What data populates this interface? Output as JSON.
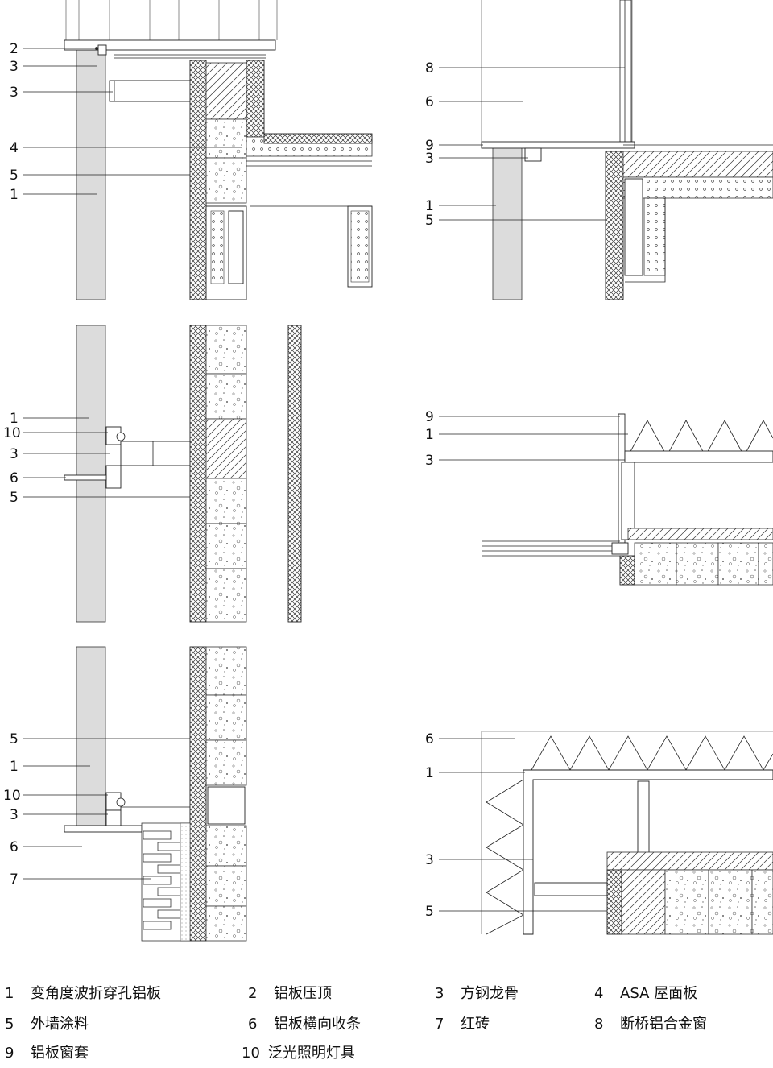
{
  "callouts": {
    "d1": [
      "2",
      "3",
      "3",
      "4",
      "5",
      "1"
    ],
    "d2": [
      "8",
      "6",
      "9",
      "3",
      "1",
      "5"
    ],
    "d3": [
      "1",
      "10",
      "3",
      "6",
      "5"
    ],
    "d4": [
      "9",
      "1",
      "3"
    ],
    "d5": [
      "5",
      "1",
      "10",
      "3",
      "6",
      "7"
    ],
    "d6": [
      "6",
      "1",
      "3",
      "5"
    ]
  },
  "legend": [
    {
      "num": "1",
      "text": "变角度波折穿孔铝板"
    },
    {
      "num": "2",
      "text": "铝板压顶"
    },
    {
      "num": "3",
      "text": "方钢龙骨"
    },
    {
      "num": "4",
      "text": "ASA 屋面板"
    },
    {
      "num": "5",
      "text": "外墙涂料"
    },
    {
      "num": "6",
      "text": "铝板横向收条"
    },
    {
      "num": "7",
      "text": "红砖"
    },
    {
      "num": "8",
      "text": "断桥铝合金窗"
    },
    {
      "num": "9",
      "text": "铝板窗套"
    },
    {
      "num": "10",
      "text": "泛光照明灯具"
    }
  ]
}
